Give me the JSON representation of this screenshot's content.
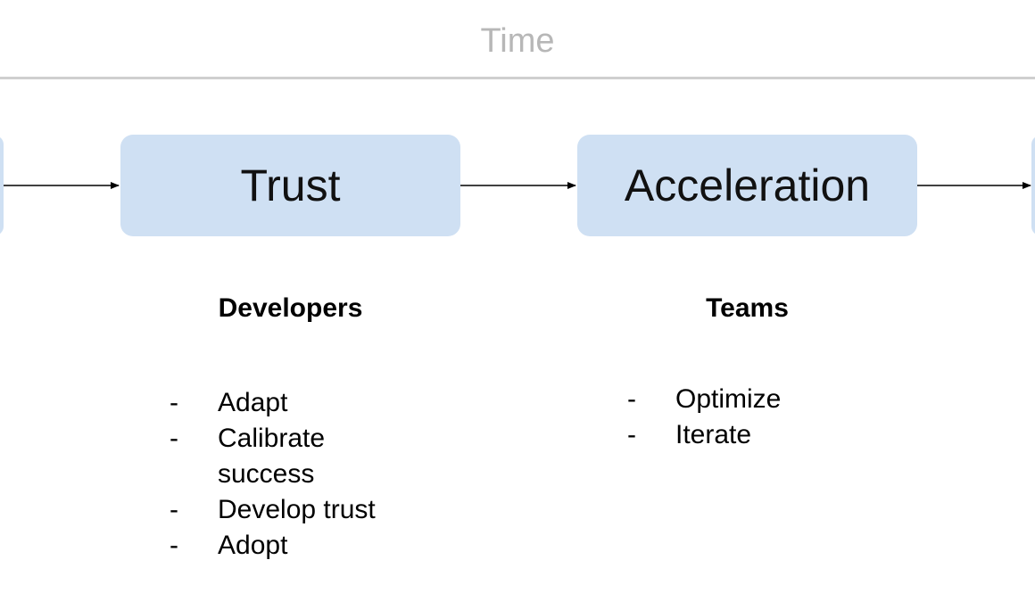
{
  "header": {
    "time_label": "Time"
  },
  "stages": [
    {
      "label": "Trust"
    },
    {
      "label": "Acceleration"
    }
  ],
  "columns": [
    {
      "heading": "Developers",
      "items": [
        "Adapt",
        "Calibrate success",
        "Develop trust",
        "Adopt"
      ]
    },
    {
      "heading": "Teams",
      "items": [
        "Optimize",
        "Iterate"
      ]
    }
  ],
  "colors": {
    "stage_fill": "#cfe0f3",
    "time_text": "#b7b7b7",
    "rule": "#cfcfcf",
    "arrow": "#000000"
  }
}
